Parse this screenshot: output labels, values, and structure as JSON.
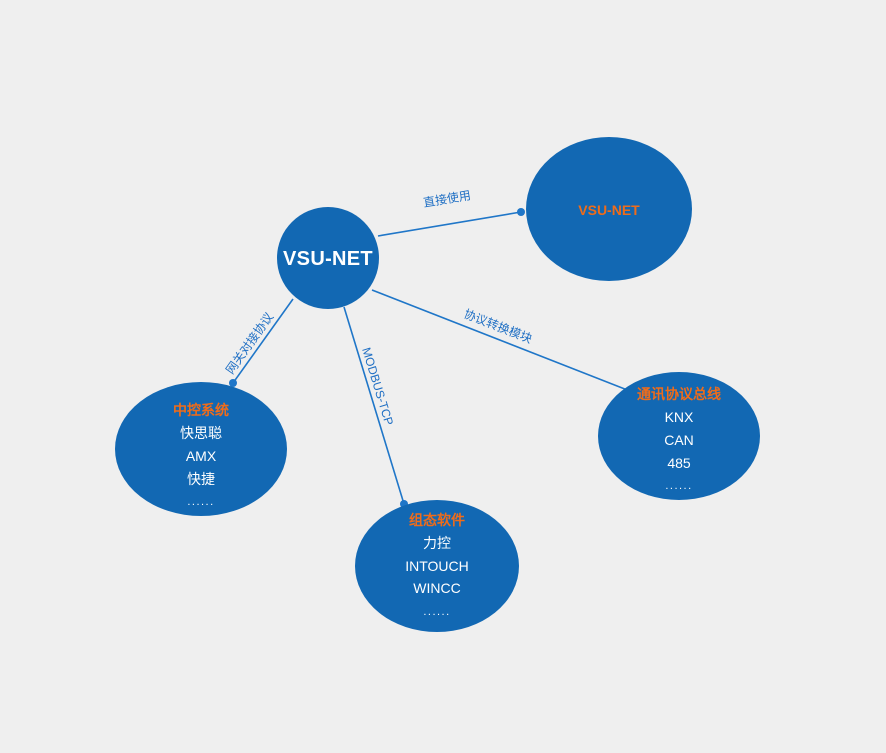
{
  "canvas": {
    "background_color": "#efefef",
    "node_fill_color": "#1268b3",
    "title_text_color": "#ef6c1a",
    "body_text_color": "#ffffff",
    "edge_color": "#1f76c8"
  },
  "nodes": {
    "center": {
      "label": "VSU-NET"
    },
    "top_right": {
      "label": "VSU-NET"
    },
    "left": {
      "title": "中控系统",
      "items": [
        "快思聪",
        "AMX",
        "快捷"
      ],
      "ellipsis": "......"
    },
    "bottom": {
      "title": "组态软件",
      "items": [
        "力控",
        "INTOUCH",
        "WINCC"
      ],
      "ellipsis": "......"
    },
    "right": {
      "title": "通讯协议总线",
      "items": [
        "KNX",
        "CAN",
        "485"
      ],
      "ellipsis": "......"
    }
  },
  "edges": {
    "to_top_right": "直接使用",
    "to_right": "协议转换模块",
    "to_left": "网关对接协议",
    "to_bottom": "MODBUS-TCP"
  }
}
